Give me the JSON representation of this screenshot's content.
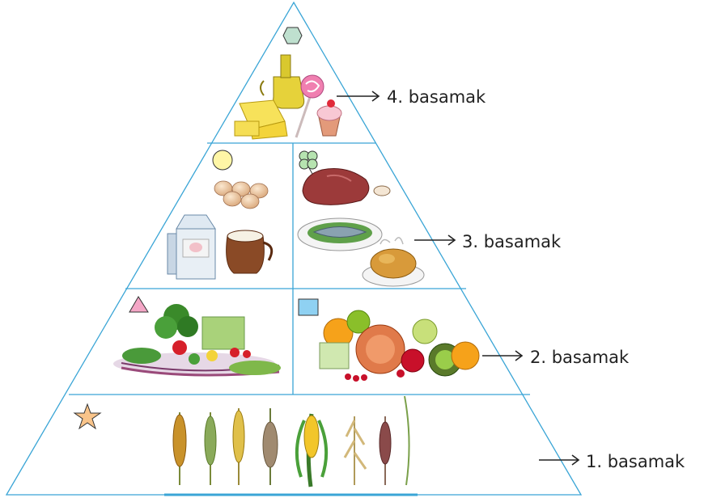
{
  "pyramid": {
    "levels": [
      {
        "label": "4. basamak",
        "groups": [
          {
            "symbol": "hexagon",
            "symbol_color": "#bfe0cf",
            "contents": [
              "olive oil",
              "cheese",
              "candy",
              "cupcake"
            ]
          }
        ]
      },
      {
        "label": "3. basamak",
        "groups": [
          {
            "symbol": "circle",
            "symbol_color": "#fff6a6",
            "contents": [
              "eggs",
              "milk carton",
              "milk jug"
            ]
          },
          {
            "symbol": "clover",
            "symbol_color": "#b6e3b0",
            "contents": [
              "meat",
              "fish",
              "roast chicken"
            ]
          }
        ]
      },
      {
        "label": "2. basamak",
        "groups": [
          {
            "symbol": "triangle",
            "symbol_color": "#f4a6c6",
            "contents": [
              "vegetables"
            ]
          },
          {
            "symbol": "square",
            "symbol_color": "#8fd1f2",
            "contents": [
              "fruits"
            ]
          }
        ]
      },
      {
        "label": "1. basamak",
        "groups": [
          {
            "symbol": "star",
            "symbol_color": "#f9c48a",
            "contents": [
              "grains"
            ]
          }
        ]
      }
    ]
  },
  "colors": {
    "outline": "#3aa5d6",
    "arrow": "#222222",
    "underline": "#3aa5d6"
  }
}
